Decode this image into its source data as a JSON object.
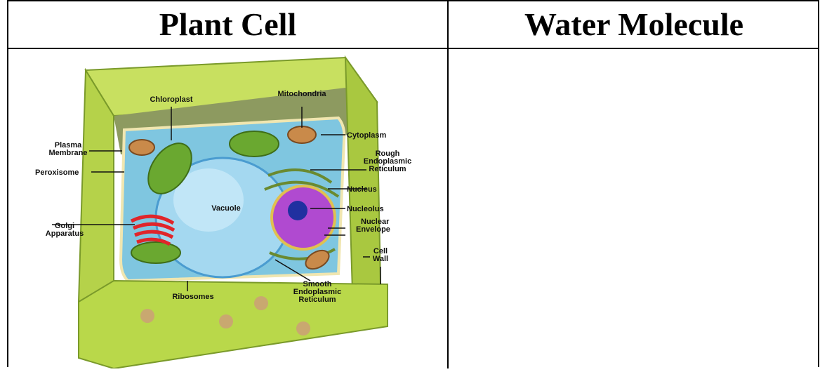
{
  "table": {
    "headers": {
      "left": "Plant Cell",
      "right": "Water Molecule"
    }
  },
  "diagram": {
    "labels": {
      "chloroplast": "Chloroplast",
      "mitochondria": "Mitochondria",
      "cytoplasm": "Cytoplasm",
      "plasma_membrane_1": "Plasma",
      "plasma_membrane_2": "Membrane",
      "rough_er_1": "Rough",
      "rough_er_2": "Endoplasmic",
      "rough_er_3": "Reticulum",
      "peroxisome": "Peroxisome",
      "nucleus": "Nucleus",
      "vacuole": "Vacuole",
      "nucleolus": "Nucleolus",
      "golgi_1": "Golgi",
      "golgi_2": "Apparatus",
      "nuclear_envelope_1": "Nuclear",
      "nuclear_envelope_2": "Envelope",
      "cell_wall_1": "Cell",
      "cell_wall_2": "Wall",
      "smooth_er_1": "Smooth",
      "smooth_er_2": "Endoplasmic",
      "smooth_er_3": "Reticulum",
      "ribosomes": "Ribosomes"
    },
    "colors": {
      "cell_wall": "#b9d84a",
      "cell_wall_dark": "#8fb33a",
      "cytoplasm": "#7fc6e0",
      "vacuole": "#9fd6f2",
      "nucleus": "#b04ad0",
      "chloroplast": "#6aa830",
      "golgi": "#e0252a",
      "mitochondria": "#c98a4a"
    }
  }
}
